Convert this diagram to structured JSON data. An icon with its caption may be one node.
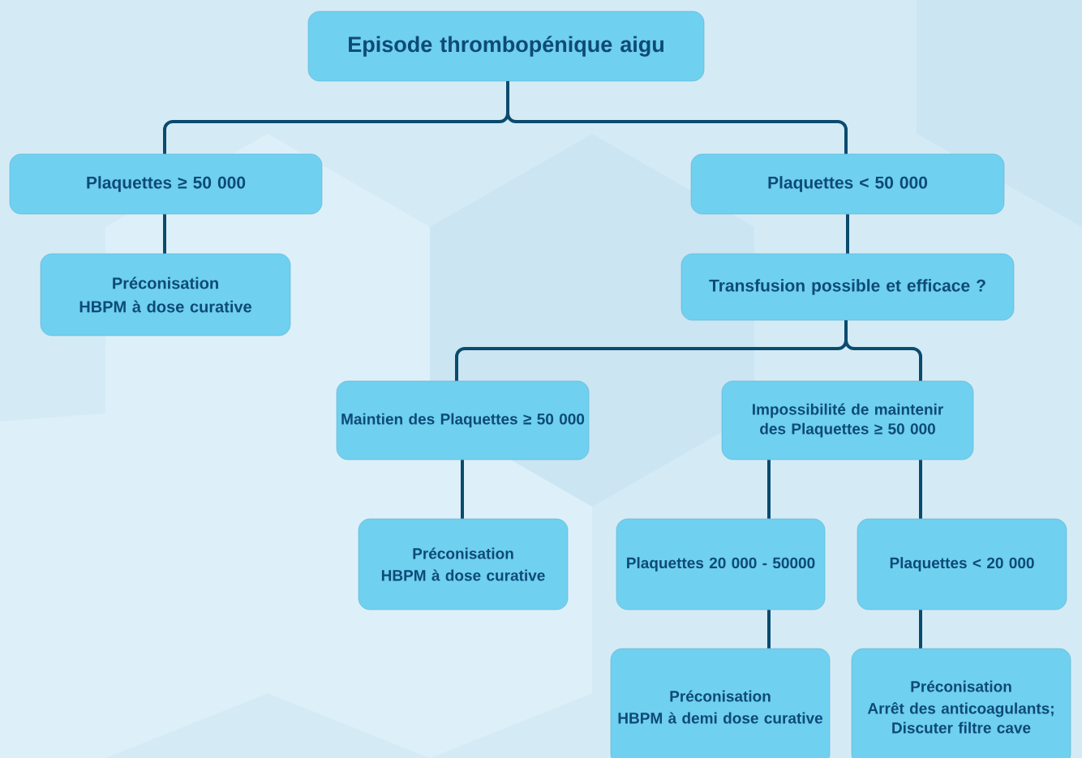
{
  "diagram": {
    "nodes": [
      {
        "text": [
          "Episode thrombopénique aigu"
        ]
      },
      {
        "text": [
          "Plaquettes  ≥  50 000"
        ]
      },
      {
        "text": [
          "Plaquettes < 50 000"
        ]
      },
      {
        "text": [
          "Préconisation",
          "HBPM à dose curative"
        ]
      },
      {
        "text": [
          "Transfusion possible et efficace ?"
        ]
      },
      {
        "text": [
          "Maintien des Plaquettes ≥ 50 000"
        ]
      },
      {
        "text": [
          "Impossibilité de maintenir des Plaquettes ≥ 50 000"
        ]
      },
      {
        "text": [
          "Préconisation",
          "HBPM à dose curative"
        ]
      },
      {
        "text": [
          "Plaquettes 20 000 - 50000"
        ]
      },
      {
        "text": [
          "Plaquettes < 20 000"
        ]
      },
      {
        "text": [
          "Préconisation",
          "HBPM à demi dose curative"
        ]
      },
      {
        "text": [
          "Préconisation",
          "Arrêt des anticoagulants; Discuter filtre cave"
        ]
      }
    ],
    "edges": [
      {
        "from": 0,
        "to": 1,
        "arrow": "none"
      },
      {
        "from": 0,
        "to": 2,
        "arrow": "none"
      },
      {
        "from": 1,
        "to": 3,
        "arrow": "none"
      },
      {
        "from": 2,
        "to": 4,
        "arrow": "none"
      },
      {
        "from": 4,
        "to": 5,
        "arrow": "none"
      },
      {
        "from": 4,
        "to": 6,
        "arrow": "none"
      },
      {
        "from": 5,
        "to": 7,
        "arrow": "none"
      },
      {
        "from": 6,
        "to": 8,
        "arrow": "none"
      },
      {
        "from": 6,
        "to": 9,
        "arrow": "none"
      },
      {
        "from": 8,
        "to": 10,
        "arrow": "none"
      },
      {
        "from": 9,
        "to": 11,
        "arrow": "none"
      }
    ]
  }
}
